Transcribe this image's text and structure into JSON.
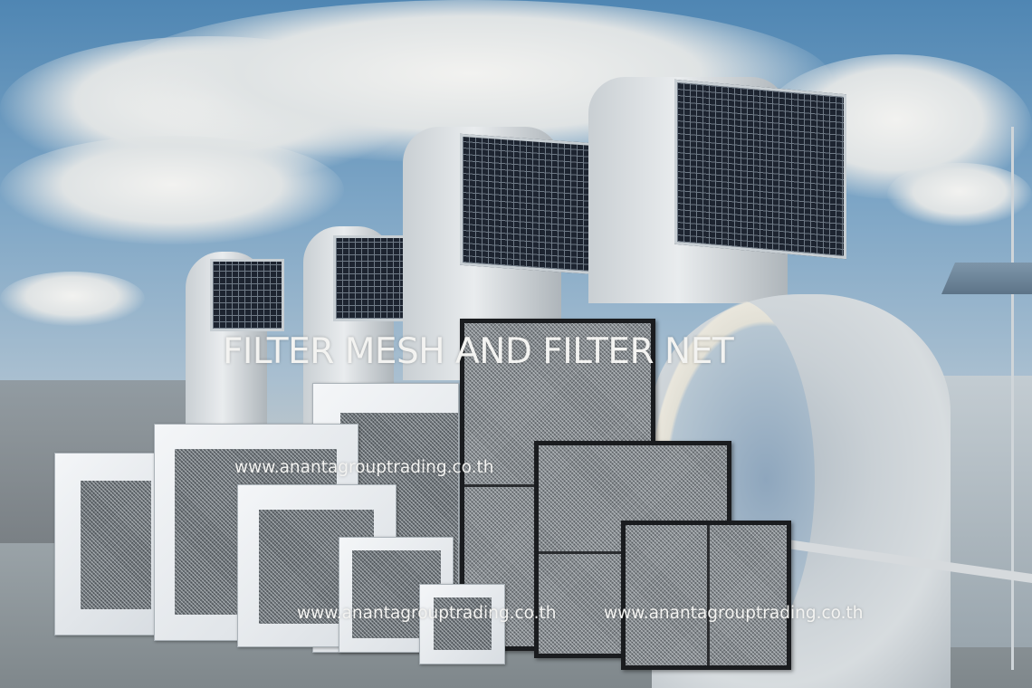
{
  "title": "FILTER MESH AND FILTER NET",
  "watermarks": [
    "www.anantagrouptrading.co.th",
    "www.anantagrouptrading.co.th",
    "www.anantagrouptrading.co.th"
  ]
}
